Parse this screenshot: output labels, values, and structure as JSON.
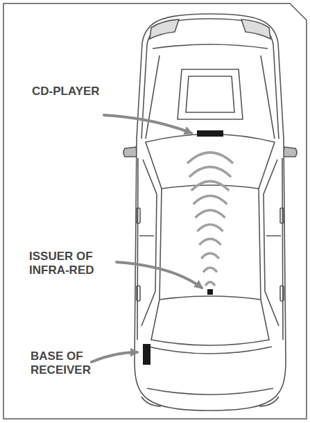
{
  "diagram": {
    "labels": [
      "CD-PLAYER",
      "ISSUER OF INFRA-RED",
      "BASE OF RECEIVER"
    ]
  }
}
